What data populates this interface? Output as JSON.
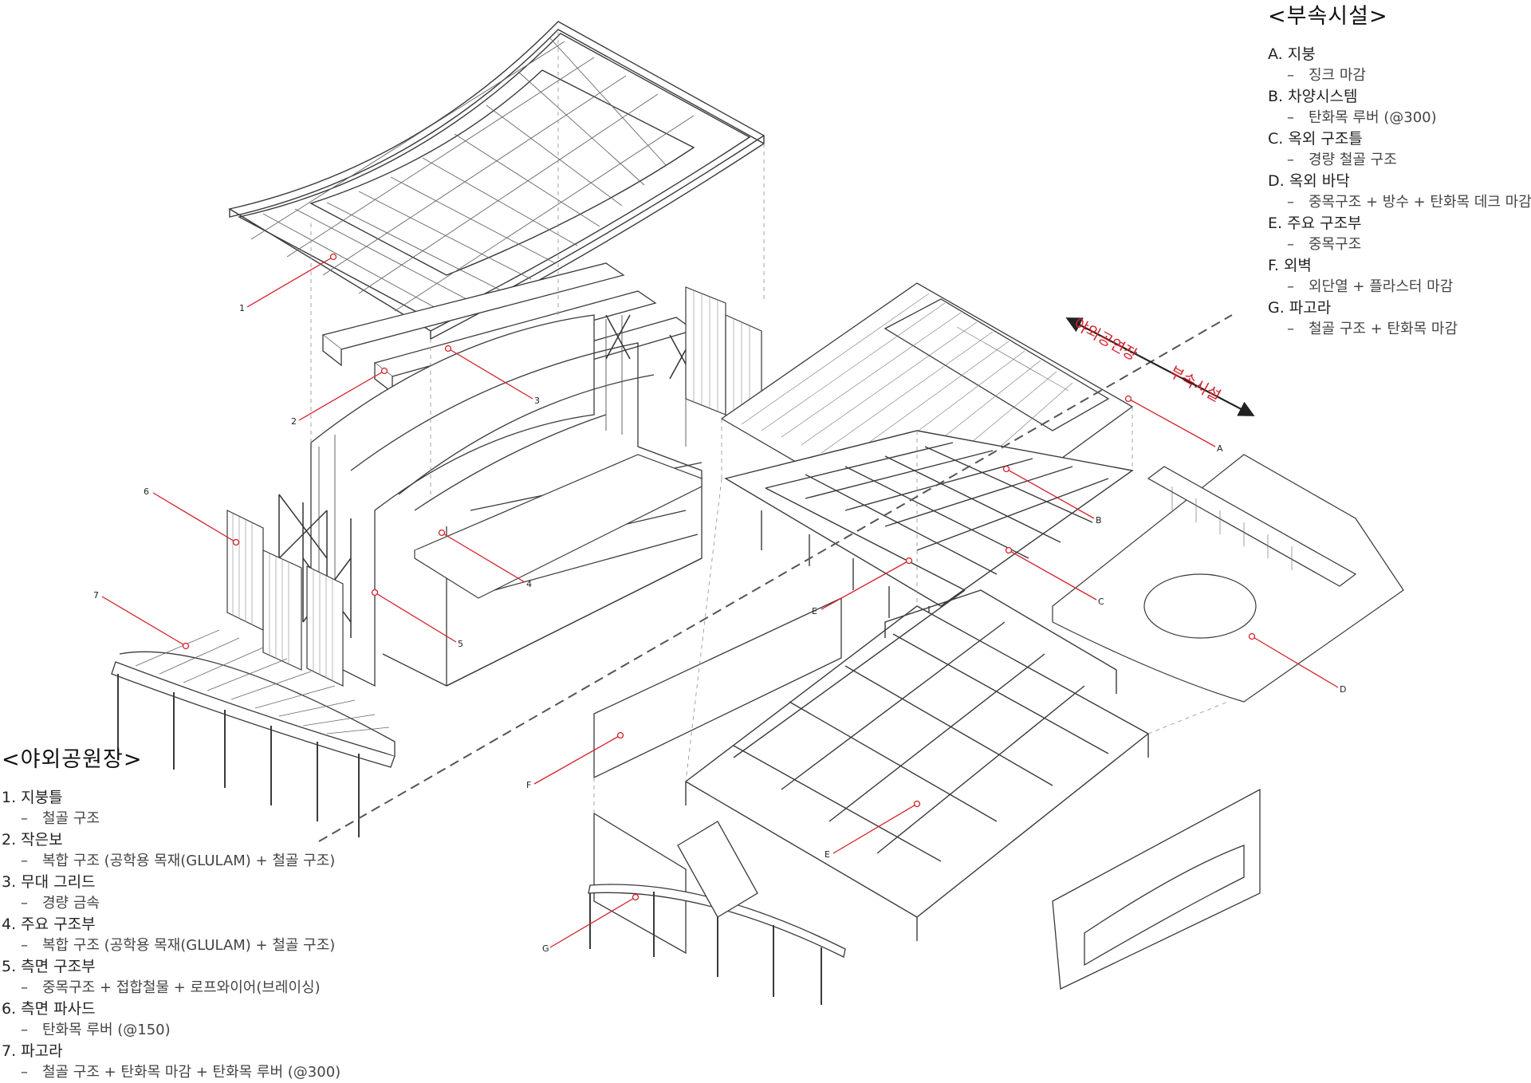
{
  "legend_right": {
    "title": "<부속시설>",
    "items": [
      {
        "label": "A. 지붕",
        "desc": "징크 마감"
      },
      {
        "label": "B. 차양시스템",
        "desc": "탄화목 루버 (@300)"
      },
      {
        "label": "C. 옥외 구조틀",
        "desc": "경량 철골 구조"
      },
      {
        "label": "D. 옥외 바닥",
        "desc": "중목구조 + 방수 + 탄화목 데크 마감"
      },
      {
        "label": "E. 주요 구조부",
        "desc": "중목구조"
      },
      {
        "label": "F. 외벽",
        "desc": "외단열 + 플라스터 마감"
      },
      {
        "label": "G. 파고라",
        "desc": "철골 구조 + 탄화목 마감"
      }
    ]
  },
  "legend_left": {
    "title": "<야외공원장>",
    "items": [
      {
        "label": "1. 지붕틀",
        "desc": "철골 구조"
      },
      {
        "label": "2. 작은보",
        "desc": "복합 구조 (공학용 목재(GLULAM) + 철골 구조)"
      },
      {
        "label": "3. 무대 그리드",
        "desc": "경량 금속"
      },
      {
        "label": "4. 주요 구조부",
        "desc": "복합 구조 (공학용 목재(GLULAM) + 철골 구조)"
      },
      {
        "label": "5. 측면 구조부",
        "desc": "중목구조 + 접합철물 + 로프와이어(브레이싱)"
      },
      {
        "label": "6. 측면 파사드",
        "desc": "탄화목 루버 (@150)"
      },
      {
        "label": "7. 파고라",
        "desc": "철골 구조 + 탄화목 마감 + 탄화목 루버 (@300)"
      }
    ]
  },
  "divider": {
    "left_label": "야외공연장",
    "right_label": "부속시설"
  },
  "callouts": {
    "c1": "1",
    "c2": "2",
    "c3": "3",
    "c4": "4",
    "c5": "5",
    "c6": "6",
    "c7": "7",
    "cA": "A",
    "cB": "B",
    "cC": "C",
    "cD": "D",
    "cE1": "E",
    "cE2": "E",
    "cF": "F",
    "cG": "G"
  },
  "colors": {
    "accent": "#d4202a",
    "line": "#3a3a3a",
    "hidden": "#9a9a9a"
  }
}
